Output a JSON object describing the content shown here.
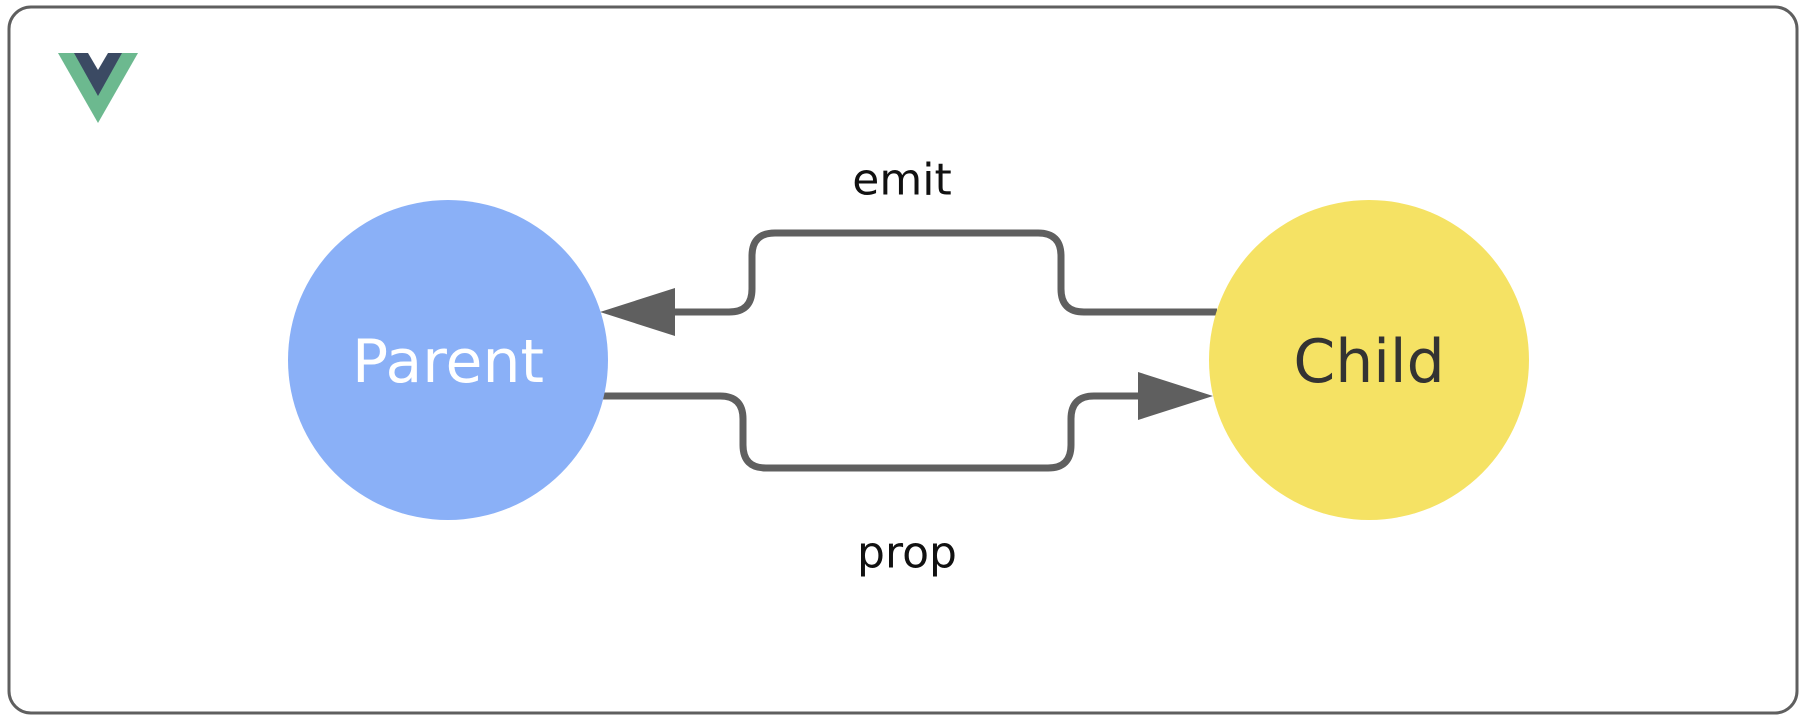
{
  "colors": {
    "frame_stroke": "#5f5f5f",
    "parent_fill": "#8ab0f7",
    "parent_text": "#ffffff",
    "child_fill": "#f5e264",
    "child_text": "#333333",
    "edge_stroke": "#5f5f5f",
    "logo_outer": "#6cb98f",
    "logo_inner": "#3b4a63"
  },
  "logo": {
    "icon": "vue-logo-icon"
  },
  "nodes": {
    "parent": {
      "label": "Parent"
    },
    "child": {
      "label": "Child"
    }
  },
  "edges": {
    "emit": {
      "label": "emit",
      "direction": "child-to-parent"
    },
    "prop": {
      "label": "prop",
      "direction": "parent-to-child"
    }
  }
}
